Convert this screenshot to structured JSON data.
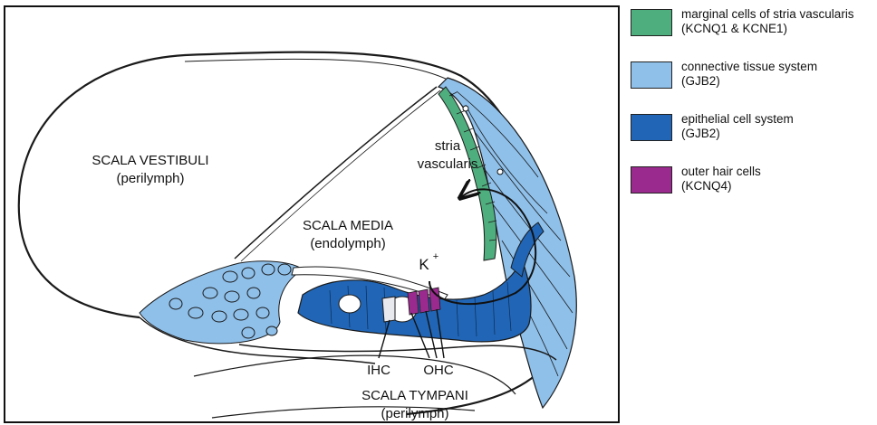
{
  "regions": {
    "scala_vestibuli": {
      "title": "SCALA VESTIBULI",
      "fluid": "(perilymph)"
    },
    "scala_media": {
      "title": "SCALA MEDIA",
      "fluid": "(endolymph)"
    },
    "scala_tympani": {
      "title": "SCALA TYMPANI",
      "fluid": "(perilymph)"
    },
    "stria": {
      "line1": "stria",
      "line2": "vascularis"
    }
  },
  "labels": {
    "ion": "K",
    "ion_charge": "+",
    "ihc": "IHC",
    "ohc": "OHC"
  },
  "colors": {
    "marginal": "#4fae7e",
    "connective": "#8fc0ea",
    "epithelial": "#2166b6",
    "hair": "#9b2a8e",
    "outline": "#1a1a1a"
  },
  "legend": [
    {
      "line1": "marginal cells of stria vascularis",
      "line2": "(KCNQ1  &  KCNE1)",
      "color": "#4fae7e"
    },
    {
      "line1": "connective tissue system",
      "line2": "(GJB2)",
      "color": "#8fc0ea"
    },
    {
      "line1": "epithelial cell system",
      "line2": "(GJB2)",
      "color": "#2166b6"
    },
    {
      "line1": "outer hair cells",
      "line2": "(KCNQ4)",
      "color": "#9b2a8e"
    }
  ]
}
